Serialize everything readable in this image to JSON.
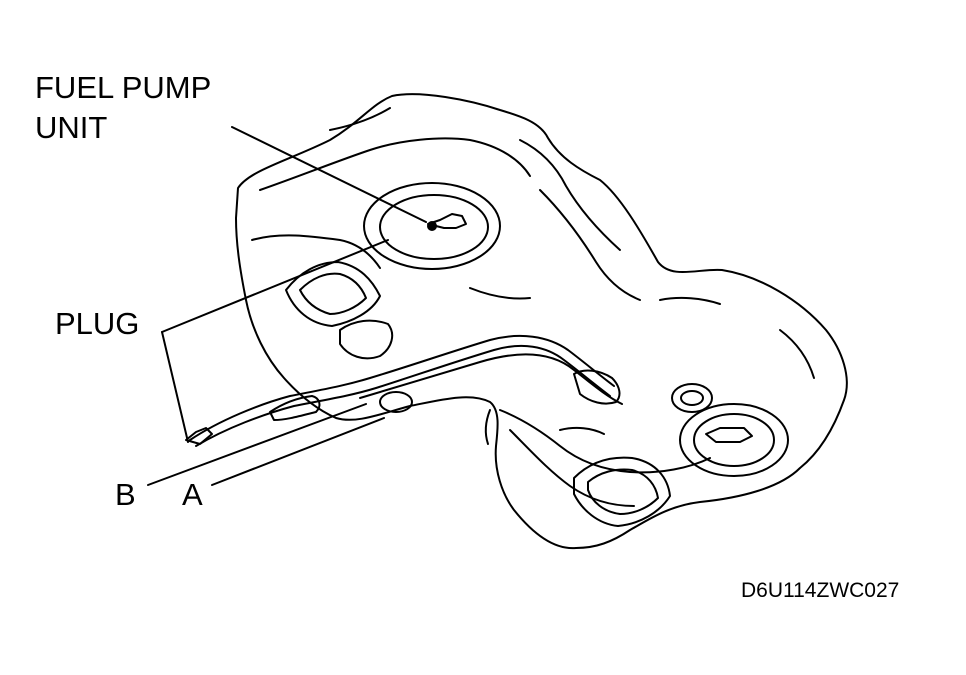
{
  "labels": {
    "fuel_pump_line1": "FUEL PUMP",
    "fuel_pump_line2": "UNIT",
    "plug": "PLUG",
    "b": "B",
    "a": "A"
  },
  "figure_code": "D6U114ZWC027",
  "colors": {
    "line": "#000000",
    "background": "#ffffff"
  }
}
